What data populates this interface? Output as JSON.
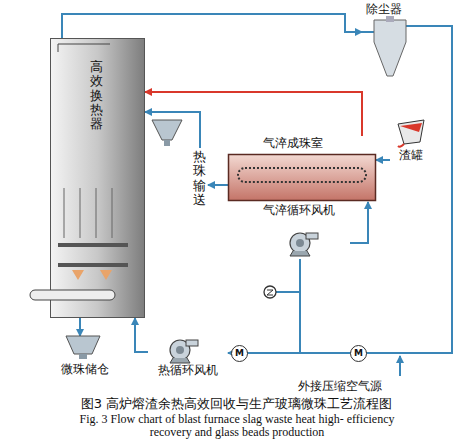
{
  "diagram": {
    "caption": "图3 高炉熔渣余热高效回收与生产玻璃微珠工艺流程图",
    "nodes": [
      {
        "text": [
          "除尘器"
        ]
      },
      {
        "text": [
          "高效换热器"
        ]
      },
      {
        "text": [
          "气淬成珠室"
        ]
      },
      {
        "text": [
          "渣罐"
        ]
      },
      {
        "text": [
          "热珠输送"
        ]
      },
      {
        "text": [
          "气淬循环风机"
        ]
      },
      {
        "text": [
          "微珠储仓"
        ]
      },
      {
        "text": [
          "热循环风机"
        ]
      }
    ],
    "edges": [
      {
        "from": 1,
        "to": 0,
        "arrow": "to"
      },
      {
        "from": 0,
        "to": 7,
        "arrow": "to"
      },
      {
        "from": 7,
        "to": 1,
        "arrow": "to"
      },
      {
        "from": 2,
        "to": 1,
        "arrow": "to"
      },
      {
        "from": 5,
        "to": 2,
        "arrow": "to"
      },
      {
        "from": 3,
        "to": 2,
        "arrow": "to"
      },
      {
        "from": 2,
        "to": 4,
        "arrow": "to"
      },
      {
        "from": 4,
        "to": 1,
        "arrow": "to"
      },
      {
        "from": 1,
        "to": 6,
        "arrow": "to"
      }
    ],
    "labels": [
      "M",
      "M",
      "外接压缩空气源",
      "Fig. 3 Flow chart of blast furnace slag waste heat high- efficiency recovery and glass beads production"
    ]
  }
}
